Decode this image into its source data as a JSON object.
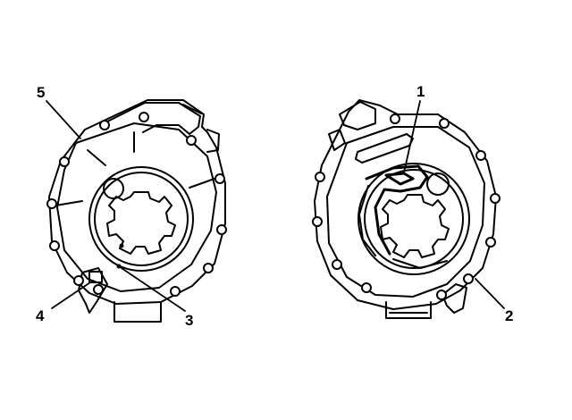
{
  "diagram": {
    "callouts": [
      {
        "id": "1",
        "label": "1"
      },
      {
        "id": "2",
        "label": "2"
      },
      {
        "id": "3",
        "label": "3"
      },
      {
        "id": "4",
        "label": "4"
      },
      {
        "id": "5",
        "label": "5"
      }
    ],
    "colors": {
      "ink": "#000000",
      "background": "#ffffff"
    }
  }
}
